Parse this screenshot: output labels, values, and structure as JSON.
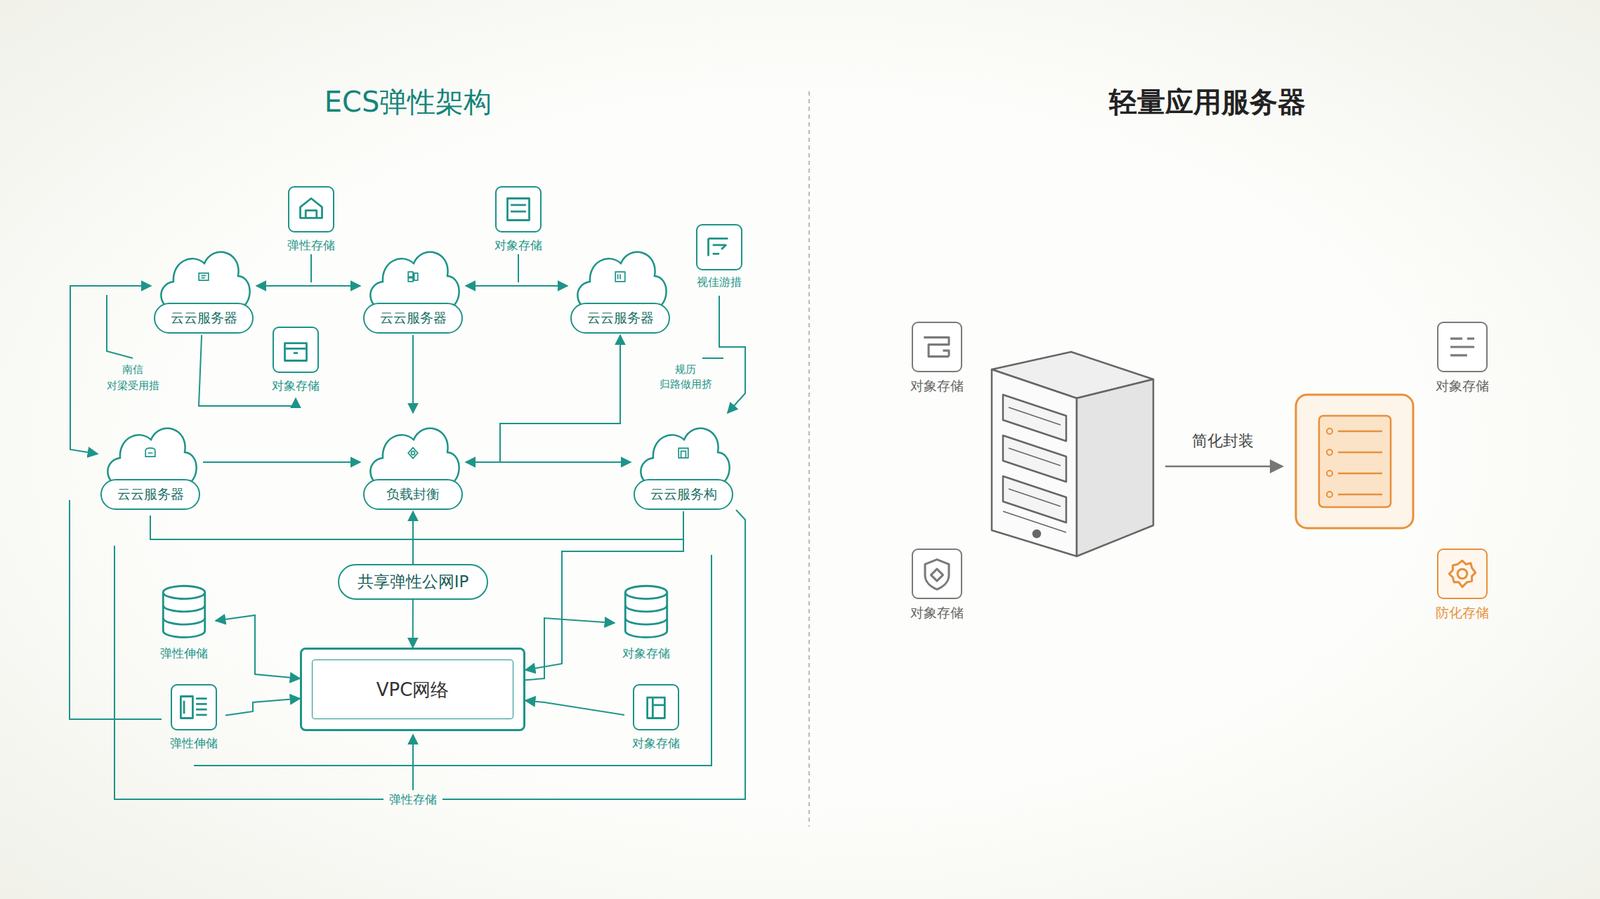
{
  "diagram": {
    "nodes": [
      {
        "text": [
          "弹性存储"
        ]
      },
      {
        "text": [
          "对象存储"
        ]
      },
      {
        "text": [
          "云云服务器"
        ]
      },
      {
        "text": [
          "云云服务器"
        ]
      },
      {
        "text": [
          "云云服务器"
        ]
      },
      {
        "text": [
          "视佳游措"
        ]
      },
      {
        "text": [
          "对象存储"
        ]
      },
      {
        "text": [
          "云云服务器"
        ]
      },
      {
        "text": [
          "负载封衡"
        ]
      },
      {
        "text": [
          "云云服务构"
        ]
      },
      {
        "text": [
          "共享弹性公网IP"
        ]
      },
      {
        "text": [
          "弹性伸储"
        ]
      },
      {
        "text": [
          "对象存储"
        ]
      },
      {
        "text": [
          "VPC网络"
        ]
      },
      {
        "text": [
          "弹性伸储"
        ]
      },
      {
        "text": [
          "对象存储"
        ]
      },
      {
        "text": [
          "对象存储"
        ]
      },
      {
        "text": [
          "对象存储"
        ]
      },
      {
        "text": [
          "对象存储"
        ]
      },
      {
        "text": [
          "防化存储"
        ]
      }
    ],
    "edges": [
      {
        "from": 2,
        "to": 3,
        "arrow": "both"
      },
      {
        "from": 3,
        "to": 4,
        "arrow": "both"
      },
      {
        "from": 3,
        "to": 8,
        "arrow": "to"
      },
      {
        "from": 7,
        "to": 8,
        "arrow": "to"
      },
      {
        "from": 8,
        "to": 9,
        "arrow": "both"
      },
      {
        "from": 8,
        "to": 4,
        "arrow": "to"
      },
      {
        "from": 5,
        "to": 9,
        "arrow": "to"
      },
      {
        "from": 2,
        "to": 7,
        "arrow": "both"
      },
      {
        "from": 2,
        "to": 6,
        "arrow": "to"
      },
      {
        "from": 10,
        "to": 8,
        "arrow": "to"
      },
      {
        "from": 10,
        "to": 13,
        "arrow": "to"
      },
      {
        "from": 13,
        "to": 11,
        "arrow": "both"
      },
      {
        "from": 14,
        "to": 13,
        "arrow": "to"
      },
      {
        "from": 9,
        "to": 13,
        "arrow": "to"
      },
      {
        "from": 13,
        "to": 12,
        "arrow": "to"
      },
      {
        "from": 15,
        "to": 13,
        "arrow": "to"
      }
    ],
    "labels": [
      "ECS弹性架构",
      "轻量应用服务器",
      "南信",
      "对梁受用措",
      "规历",
      "归路做用挤",
      "弹性存储",
      "简化封装"
    ]
  }
}
